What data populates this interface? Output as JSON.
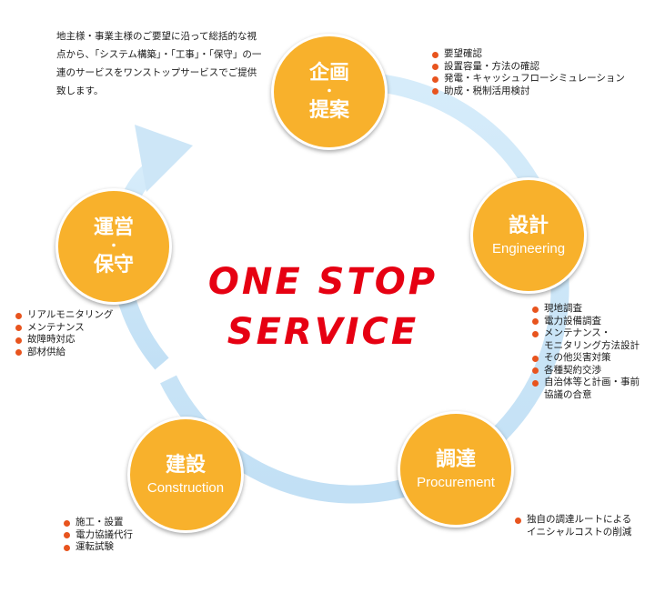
{
  "intro_text": "地主様・事業主様のご要望に沿って総括的な視点から、「システム構築」・「工事」・「保守」の一連のサービスをワンストップサービスでご提供致します。",
  "headline": {
    "line1": "ONE STOP",
    "line2": "SERVICE"
  },
  "colors": {
    "node": "#f8b12c",
    "ring": "#cde6f7",
    "headline": "#e60012",
    "bullet": "#e8541e"
  },
  "nodes": {
    "planning": {
      "title": "企画",
      "sep": "・",
      "title2": "提案"
    },
    "design": {
      "title": "設計",
      "sub": "Engineering"
    },
    "procurement": {
      "title": "調達",
      "sub": "Procurement"
    },
    "construction": {
      "title": "建設",
      "sub": "Construction"
    },
    "operation": {
      "title": "運営",
      "sep": "・",
      "title2": "保守"
    }
  },
  "lists": {
    "planning": [
      "要望確認",
      "設置容量・方法の確認",
      "発電・キャッシュフローシミュレーション",
      "助成・税制活用検討"
    ],
    "design": [
      "現地調査",
      "電力設備調査",
      "メンテナンス・",
      "モニタリング方法設計",
      "その他災害対策",
      "各種契約交渉",
      "自治体等と計画・事前",
      "協議の合意"
    ],
    "procurement": [
      "独自の調達ルートによる",
      "イニシャルコストの削減"
    ],
    "construction": [
      "施工・設置",
      "電力協議代行",
      "運転試験"
    ],
    "operation": [
      "リアルモニタリング",
      "メンテナンス",
      "故障時対応",
      "部材供給"
    ]
  }
}
